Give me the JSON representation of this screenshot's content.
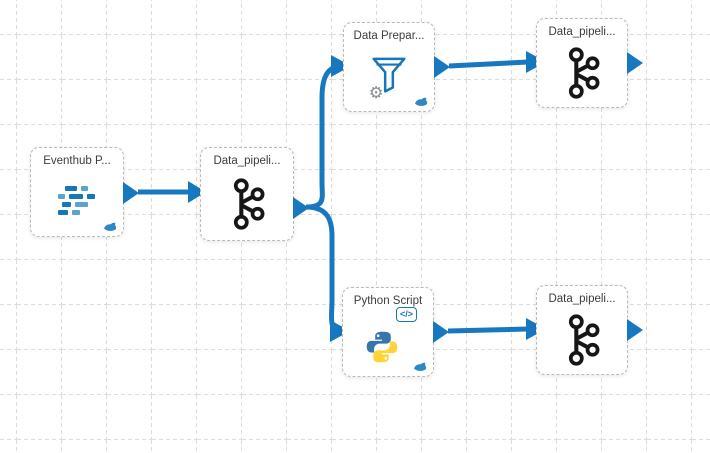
{
  "canvas": {
    "background": "#ffffff",
    "grid_color": "#dcdcdc",
    "accent_blue": "#1878bf",
    "node_border": "#b9b9b9"
  },
  "nodes": [
    {
      "id": "eventhub-source",
      "label": "Eventhub P...",
      "icon": "eventhub-icon"
    },
    {
      "id": "kafka-center",
      "label": "Data_pipeli...",
      "icon": "kafka-icon"
    },
    {
      "id": "data-preparation",
      "label": "Data Prepar...",
      "icon": "funnel-gear-icon"
    },
    {
      "id": "kafka-top-right",
      "label": "Data_pipeli...",
      "icon": "kafka-icon"
    },
    {
      "id": "python-script",
      "label": "Python Script",
      "icon": "python-icon",
      "badge": "</>"
    },
    {
      "id": "kafka-bottom-right",
      "label": "Data_pipeli...",
      "icon": "kafka-icon"
    }
  ],
  "connections": [
    {
      "from": "eventhub-source",
      "to": "kafka-center"
    },
    {
      "from": "kafka-center",
      "to": "data-preparation"
    },
    {
      "from": "kafka-center",
      "to": "python-script"
    },
    {
      "from": "data-preparation",
      "to": "kafka-top-right"
    },
    {
      "from": "python-script",
      "to": "kafka-bottom-right"
    }
  ]
}
